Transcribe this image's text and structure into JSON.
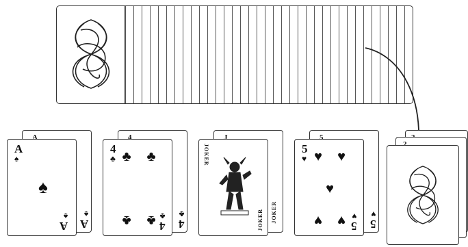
{
  "hands": [
    {
      "rank": "A",
      "suit_symbol": "♠",
      "back_rank": "A"
    },
    {
      "rank": "4",
      "suit_symbol": "♣",
      "back_rank": "4"
    },
    {
      "rank": "J",
      "face_label": "JOKER",
      "back_rank": "J"
    },
    {
      "rank": "5",
      "suit_symbol": "♥",
      "back_rank": "5"
    }
  ],
  "discard_pile": {
    "top_rank": "2"
  },
  "icons": {
    "card_back_design": "celtic-knot-icon",
    "arrow": "curved-arrow-icon",
    "joker_figure": "jester-icon"
  },
  "colors": {
    "ink": "#111111",
    "card": "#ffffff"
  }
}
